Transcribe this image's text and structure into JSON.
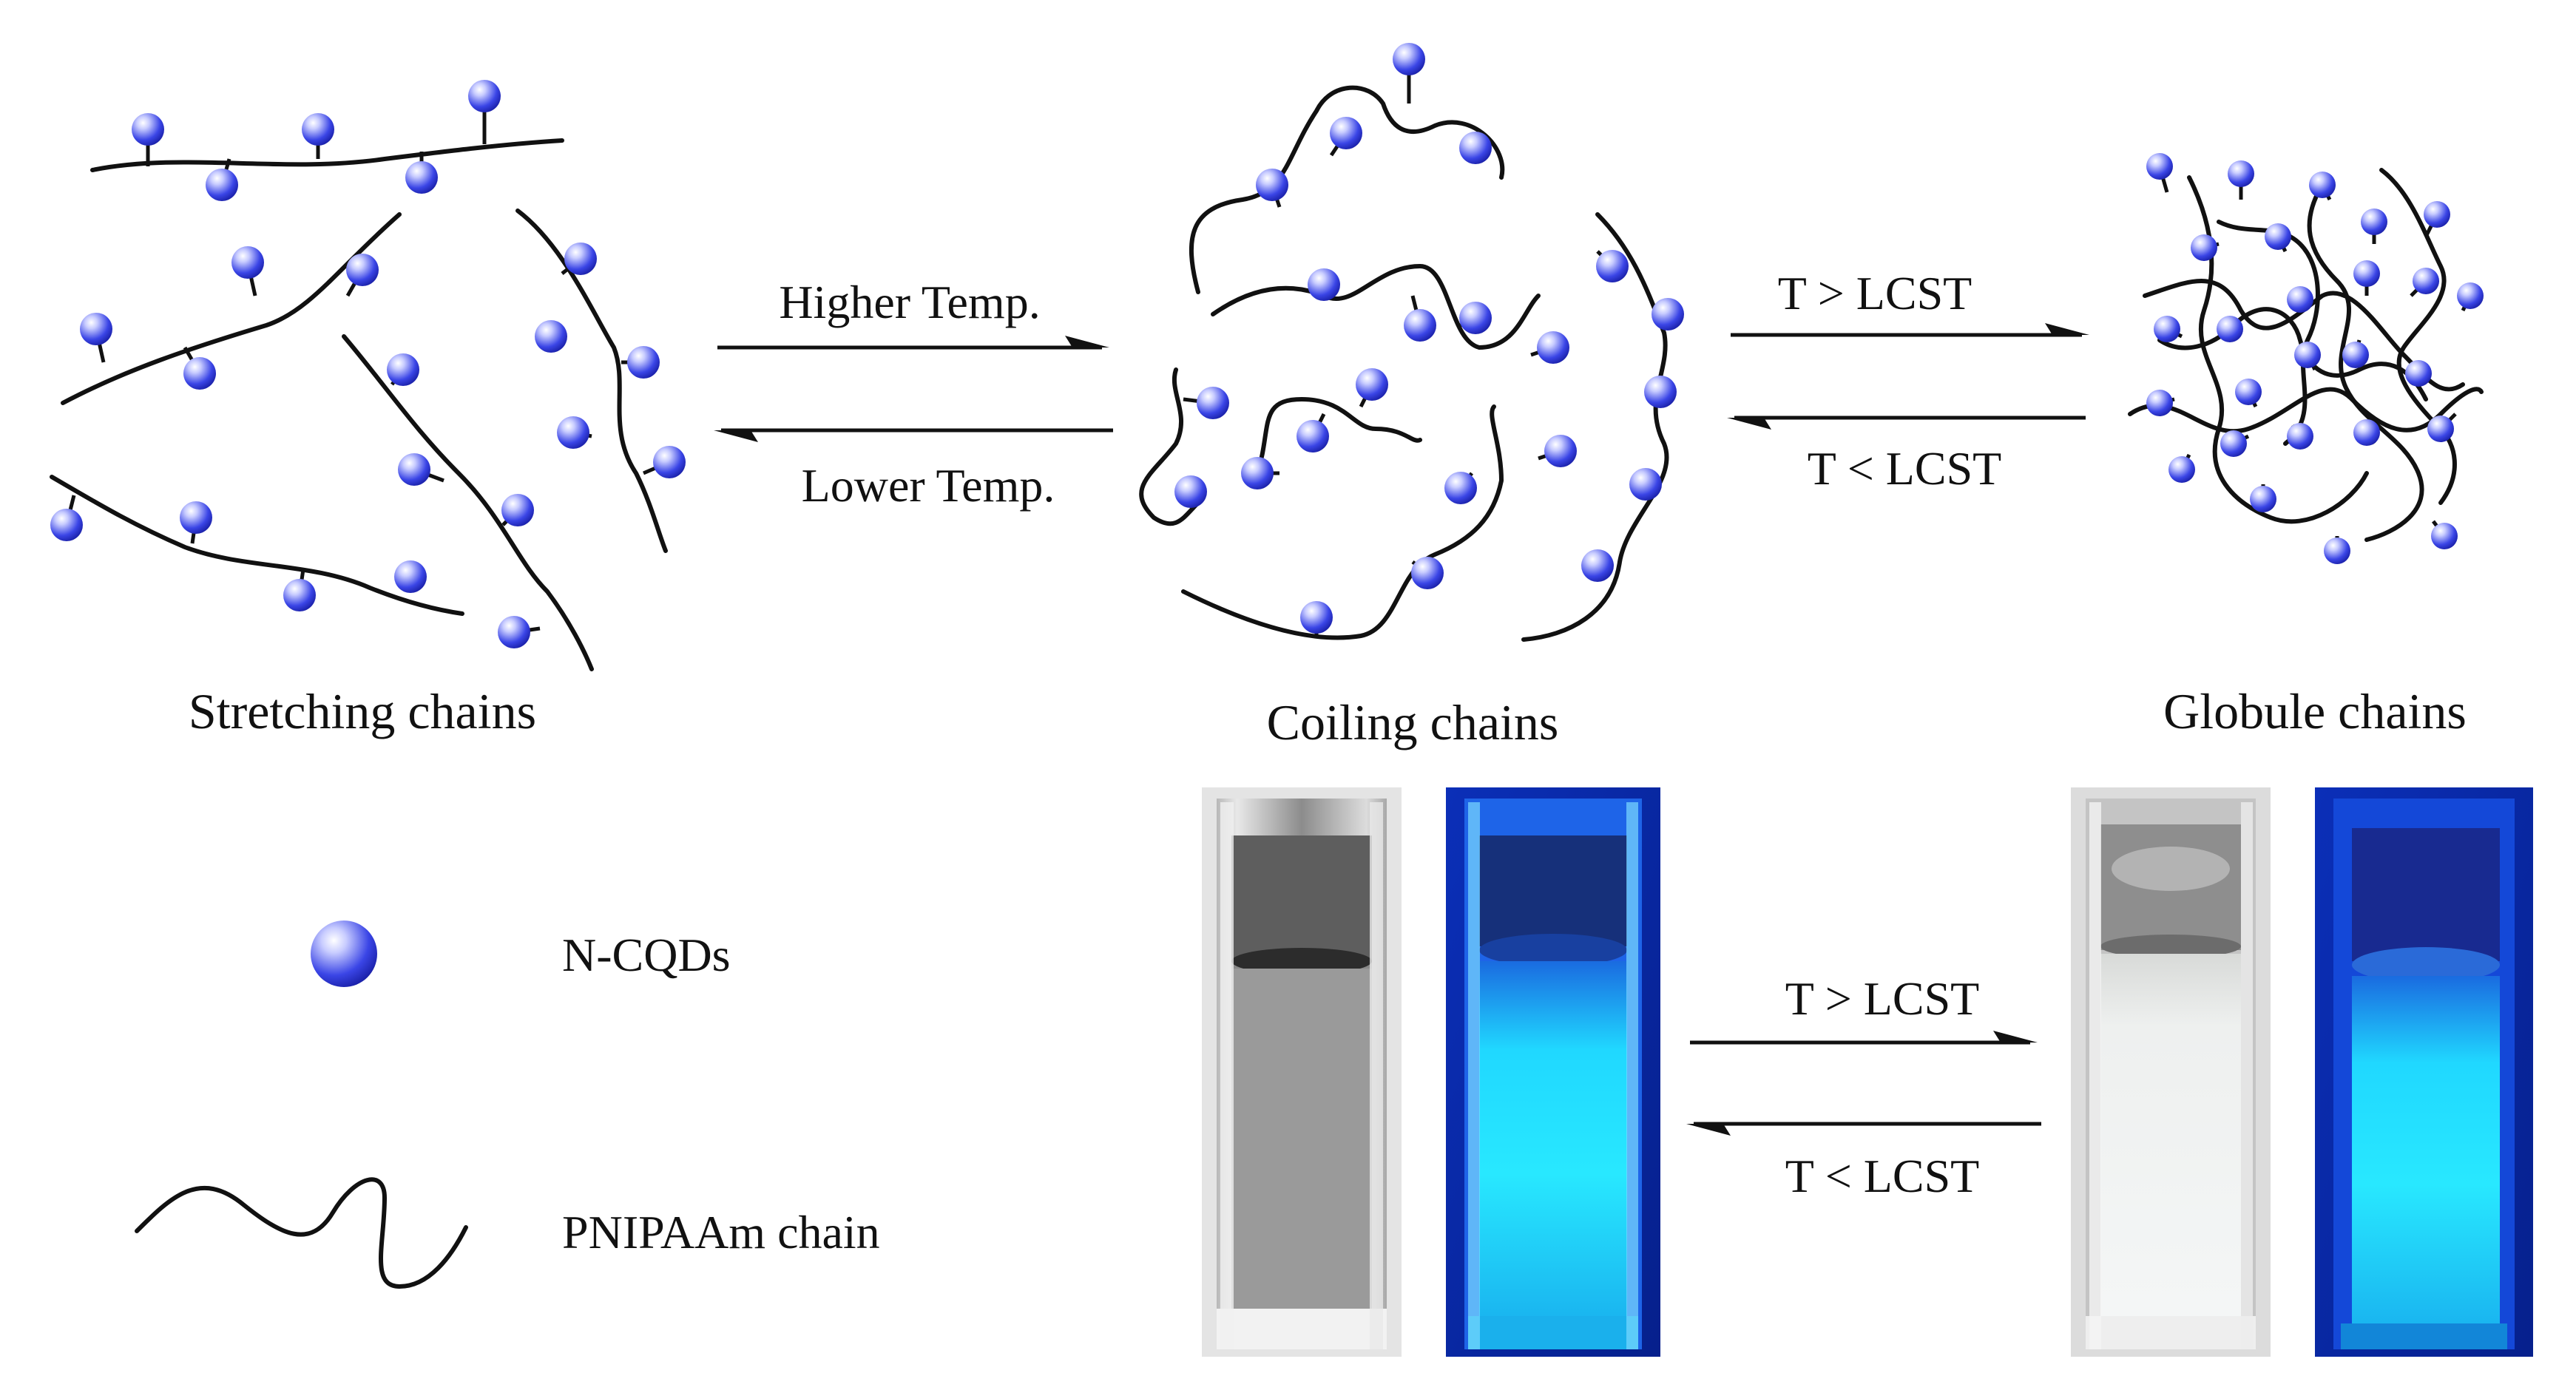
{
  "states": {
    "stretching": "Stretching chains",
    "coiling": "Coiling chains",
    "globule": "Globule chains"
  },
  "arrows": {
    "higher_temp": "Higher Temp.",
    "lower_temp": "Lower Temp.",
    "t_above_lcst": "T > LCST",
    "t_below_lcst": "T < LCST"
  },
  "legend": {
    "dot_label": "N-CQDs",
    "chain_label": "PNIPAAm chain"
  },
  "photos": {
    "left_pair": [
      "clear-cuvette-photo",
      "blue-fluorescent-cuvette-photo"
    ],
    "right_pair": [
      "milky-cuvette-photo",
      "blue-fluorescent-cuvette-photo"
    ]
  },
  "colors": {
    "dot": "#3a45e6",
    "dot_highlight": "#e6e8ff",
    "chain": "#111111",
    "fluorescence": "#22e4ff",
    "uv_background": "#0a2aa8"
  }
}
